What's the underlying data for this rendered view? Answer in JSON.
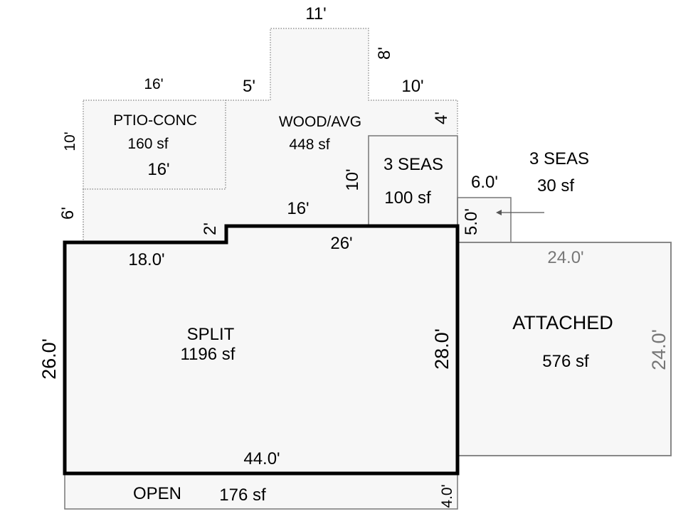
{
  "rooms": {
    "patio": {
      "name": "PTIO-CONC",
      "area": "160 sf",
      "dim_top": "16'",
      "dim_bottom": "16'",
      "dim_left": "10'"
    },
    "deck": {
      "name": "WOOD/AVG",
      "area": "448 sf",
      "dim_bump_top": "11'",
      "dim_bump_side": "8'",
      "dim_step_left": "5'",
      "dim_right_top": "10'",
      "dim_right_drop": "4'",
      "dim_left_side": "6'",
      "dim_bottom": "16'",
      "dim_notch": "2'"
    },
    "seasons_large": {
      "name": "3 SEAS",
      "area": "100 sf",
      "dim_side": "10'"
    },
    "seasons_small": {
      "name": "3 SEAS",
      "area": "30 sf",
      "dim_top": "6.0'",
      "dim_side": "5.0'"
    },
    "split": {
      "name": "SPLIT",
      "area": "1196 sf",
      "dim_top_left": "18.0'",
      "dim_top_right": "26'",
      "dim_left": "26.0'",
      "dim_right": "28.0'",
      "dim_bottom": "44.0'"
    },
    "garage": {
      "name": "ATTACHED",
      "area": "576 sf",
      "dim_top": "24.0'",
      "dim_right": "24.0'"
    },
    "porch": {
      "name": "OPEN",
      "area": "176 sf",
      "dim_side": "4.0'"
    }
  },
  "colors": {
    "main_outline": "#000000",
    "secondary_outline": "#888888",
    "fill": "#f7f7f7"
  }
}
